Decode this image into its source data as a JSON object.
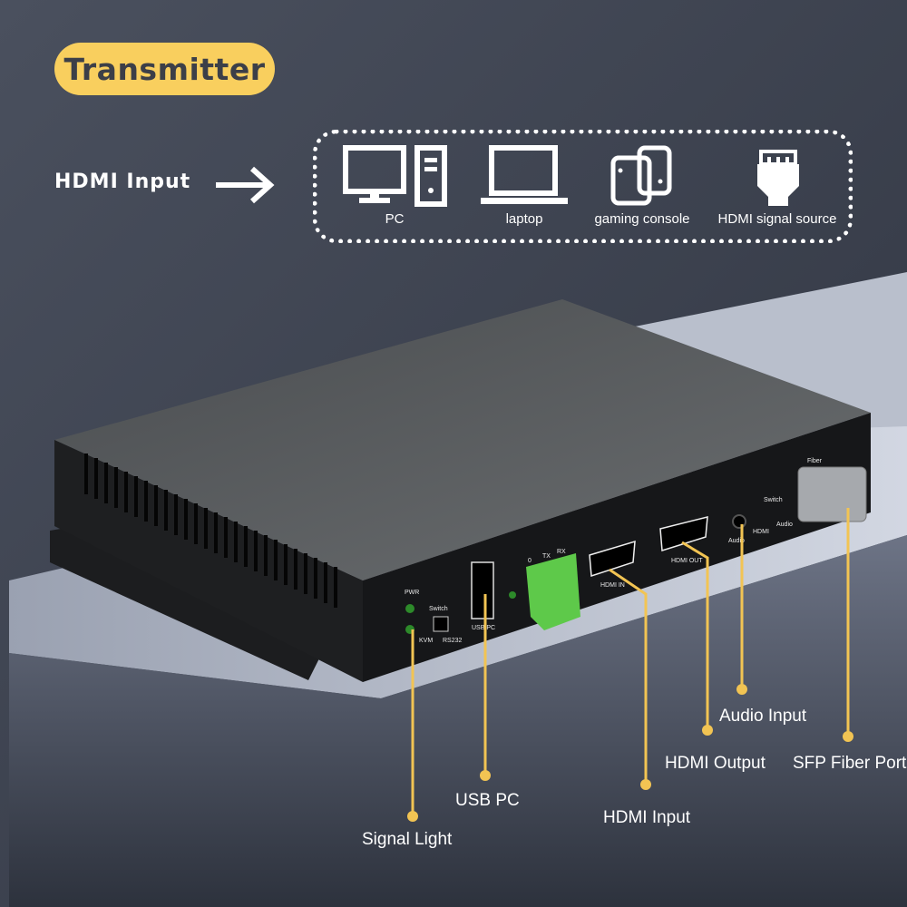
{
  "title": "Transmitter",
  "input_label": "HDMI Input",
  "sources": [
    {
      "label": "PC",
      "icon": "pc-icon"
    },
    {
      "label": "laptop",
      "icon": "laptop-icon"
    },
    {
      "label": "gaming console",
      "icon": "gaming-console-icon"
    },
    {
      "label": "HDMI signal source",
      "icon": "hdmi-plug-icon"
    }
  ],
  "panel_labels": {
    "pwr": "PWR",
    "switch1": "Switch",
    "kvm": "KVM",
    "rs232": "RS232",
    "usb": "USB PC",
    "t0": "0",
    "tx": "TX",
    "rx": "RX",
    "hdmi_in": "HDMI IN",
    "hdmi_out": "HDMI OUT",
    "audio": "Audio",
    "switch2": "Switch",
    "hdmi": "HDMI",
    "audio2": "Audio",
    "fiber": "Fiber"
  },
  "callouts": {
    "signal_light": "Signal Light",
    "usb_pc": "USB PC",
    "hdmi_input": "HDMI Input",
    "hdmi_output": "HDMI Output",
    "audio_input": "Audio Input",
    "sfp": "SFP Fiber Port"
  },
  "colors": {
    "accent": "#f9cf5e",
    "callout_line": "#f2c453",
    "terminal": "#5ec94a"
  }
}
